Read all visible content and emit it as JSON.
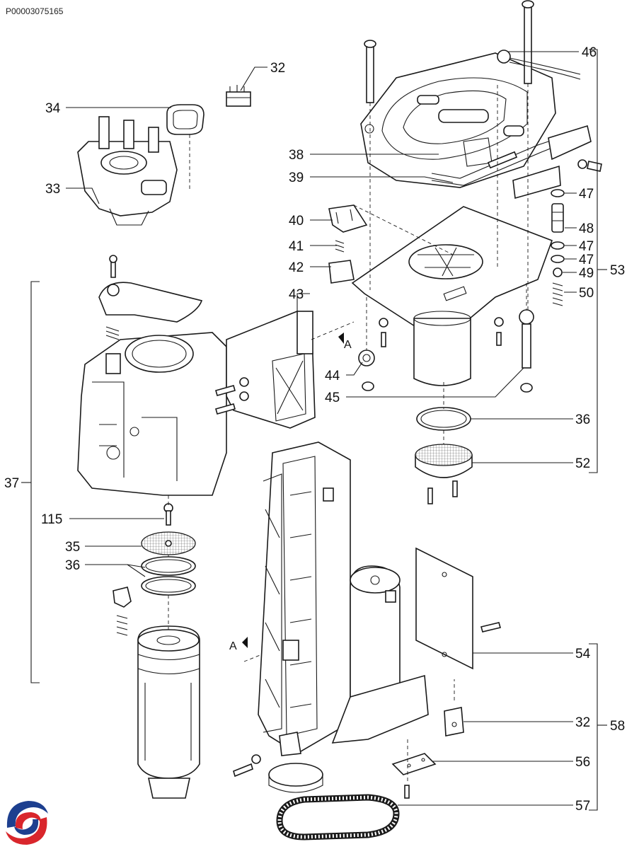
{
  "header": {
    "product_code": "P00003075165"
  },
  "callouts": {
    "c32a": "32",
    "c33": "33",
    "c34": "34",
    "c35": "35",
    "c36a": "36",
    "c36b": "36",
    "c37": "37",
    "c38": "38",
    "c39": "39",
    "c40": "40",
    "c41": "41",
    "c42": "42",
    "c43": "43",
    "c44": "44",
    "c45": "45",
    "c46": "46",
    "c47a": "47",
    "c47b": "47",
    "c47c": "47",
    "c48": "48",
    "c49": "49",
    "c50": "50",
    "c52": "52",
    "c53": "53",
    "c54": "54",
    "c32b": "32",
    "c56": "56",
    "c57": "57",
    "c58": "58",
    "c115": "115"
  },
  "section_markers": {
    "a_top": "A",
    "a_bottom": "A"
  },
  "logo": {
    "icon": "company-swirl-logo",
    "colors": [
      "#1d3f8f",
      "#d9262c"
    ]
  }
}
